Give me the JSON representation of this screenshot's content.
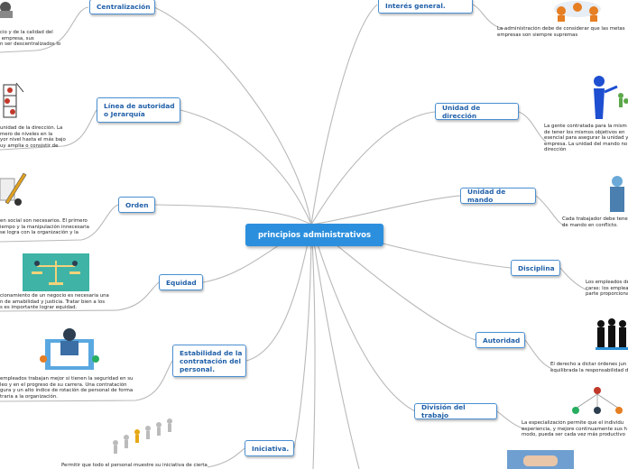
{
  "central": {
    "label": "principios administrativos"
  },
  "left_branches": [
    {
      "id": "centralizacion",
      "label": "Centralización",
      "text": "cio y de la calidad del\n empresa, sus\nn ser descentralizados lo"
    },
    {
      "id": "jerarquia",
      "label": "Línea de autoridad\no Jerarquía",
      "text": "unidad de la dirección. La\nmero de niveles en la\nyor nivel hasta el más bajo\nuy amplia o consistir de"
    },
    {
      "id": "orden",
      "label": "Orden",
      "text": "en social son necesarios. El primero\niempo y la manipulación innecesaria\nse logra con la organización y la"
    },
    {
      "id": "equidad",
      "label": "Equidad",
      "text": "cionamiento de un negocio es necesaria una\nn de amabilidad y justicia. Tratar bien a los\ns es importante lograr equidad."
    },
    {
      "id": "estabilidad",
      "label": "Estabilidad de la\ncontratación del\npersonal.",
      "text": "empleados trabajan mejor si tienen la seguridad en su\nleo y en el progreso de su carrera. Una contratación\ngura y un alto índice de rotación de personal de forma\ntraria a la organización."
    },
    {
      "id": "iniciativa",
      "label": "Iniciativa.",
      "text": "Permitir que todo el personal muestre su iniciativa de cierta"
    }
  ],
  "right_branches": [
    {
      "id": "interes",
      "label": "Interés general.",
      "text": "La administración debe de considerar que las metas\nempresas son siempre supremas"
    },
    {
      "id": "unidad_direccion",
      "label": "Unidad de dirección",
      "text": "La gente contratada para la mism\nde tener los mismos objetivos en\nesencial para asegurar la unidad y\nempresa. La unidad del mando no\ndirección"
    },
    {
      "id": "unidad_mando",
      "label": "Unidad de mando",
      "text": "Cada trabajador debe tene\nde mando en conflicto."
    },
    {
      "id": "disciplina",
      "label": "Disciplina",
      "text": "Los empleados de\ncaras: los emplea\nparte proporciona"
    },
    {
      "id": "autoridad",
      "label": "Autoridad",
      "text": "El derecho a dictar órdenes jun\nequilibrada la responsabilidad d"
    },
    {
      "id": "division",
      "label": "División del trabajo",
      "text": "La especialización permite que el individu\nexperiencia, y mejore continuamente sus h\nmodo, pueda ser cada vez más productivo"
    }
  ],
  "colors": {
    "central_fill": "#2b8fde",
    "node_border": "#4a8fd1",
    "node_text": "#1f5fa8",
    "link": "#b9b9b9"
  }
}
